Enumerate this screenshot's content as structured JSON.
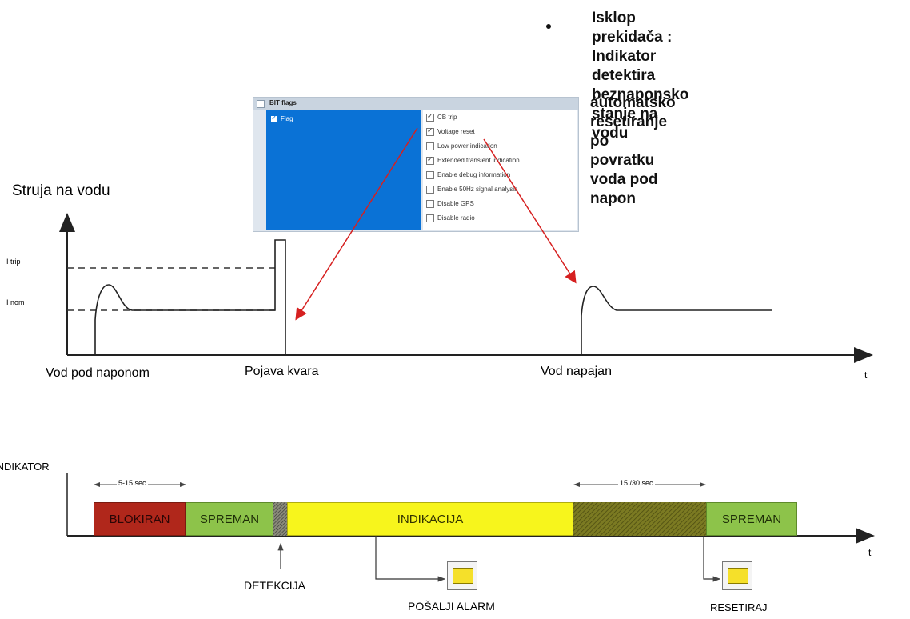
{
  "bullets": [
    {
      "lines": [
        "Isklop prekidača : Indikator",
        "detektira beznaponsko stanje na",
        "vodu"
      ]
    },
    {
      "lines": [
        "automatsko resetiranje po povratku",
        "voda pod napon"
      ]
    }
  ],
  "settings_panel": {
    "title": "BIT flags",
    "flag_label": "Flag",
    "options": [
      {
        "label": "CB trip",
        "checked": true
      },
      {
        "label": "Voltage reset",
        "checked": true
      },
      {
        "label": "Low power indication",
        "checked": false
      },
      {
        "label": "Extended transient indication",
        "checked": true
      },
      {
        "label": "Enable debug information",
        "checked": false
      },
      {
        "label": "Enable 50Hz signal analysis",
        "checked": false
      },
      {
        "label": "Disable GPS",
        "checked": false
      },
      {
        "label": "Disable radio",
        "checked": false
      }
    ]
  },
  "current_graph": {
    "ylabel": "Struja na vodu",
    "xlabel": "t",
    "i_trip": "I trip",
    "i_nom": "I nom",
    "events": [
      "Vod pod naponom",
      "Pojava kvara",
      "Vod napajan"
    ]
  },
  "indicator_timeline": {
    "label": "INDIKATOR",
    "xlabel": "t",
    "segments": [
      {
        "label": "BLOKIRAN",
        "color": "#b0271b",
        "text_color": "#2b0606"
      },
      {
        "label": "SPREMAN",
        "color": "#8dc34a",
        "text_color": "#1e2e08"
      },
      {
        "label": "",
        "color": "#6a6a40",
        "text_color": "#000"
      },
      {
        "label": "INDIKACIJA",
        "color": "#f7f51c",
        "text_color": "#333300"
      },
      {
        "label": "",
        "color": "#7b7a22",
        "text_color": "#000"
      },
      {
        "label": "SPREMAN",
        "color": "#8dc34a",
        "text_color": "#1e2e08"
      }
    ],
    "durations": [
      "5-15 sec",
      "15 /30 sec"
    ],
    "detection_label": "DETEKCIJA",
    "send_alarm_label": "POŠALJI ALARM",
    "reset_label": "RESETIRAJ"
  },
  "colors": {
    "arrow_red": "#d62020",
    "dash": "#333333"
  }
}
